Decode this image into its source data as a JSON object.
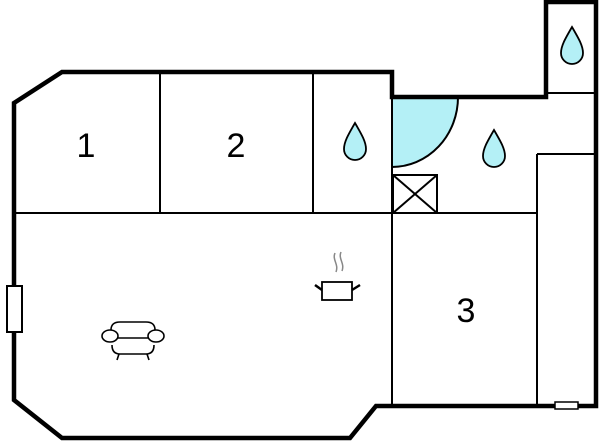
{
  "floorplan": {
    "rooms": [
      {
        "id": "room-1",
        "label": "1",
        "type": "bedroom"
      },
      {
        "id": "room-2",
        "label": "2",
        "type": "bedroom"
      },
      {
        "id": "room-3",
        "label": "3",
        "type": "bedroom"
      },
      {
        "id": "bathroom-1",
        "label": "",
        "type": "bathroom"
      },
      {
        "id": "bathroom-2",
        "label": "",
        "type": "bathroom"
      },
      {
        "id": "bathroom-3",
        "label": "",
        "type": "bathroom"
      },
      {
        "id": "living-kitchen",
        "label": "",
        "type": "living-room-kitchen"
      }
    ],
    "icons": [
      "water-drop-icon",
      "shower-icon",
      "cooking-pot-icon",
      "sofa-icon",
      "stove-box-icon",
      "door-icon"
    ],
    "colors": {
      "wall": "#000000",
      "water": "#b4f0f6",
      "background": "#ffffff"
    }
  }
}
